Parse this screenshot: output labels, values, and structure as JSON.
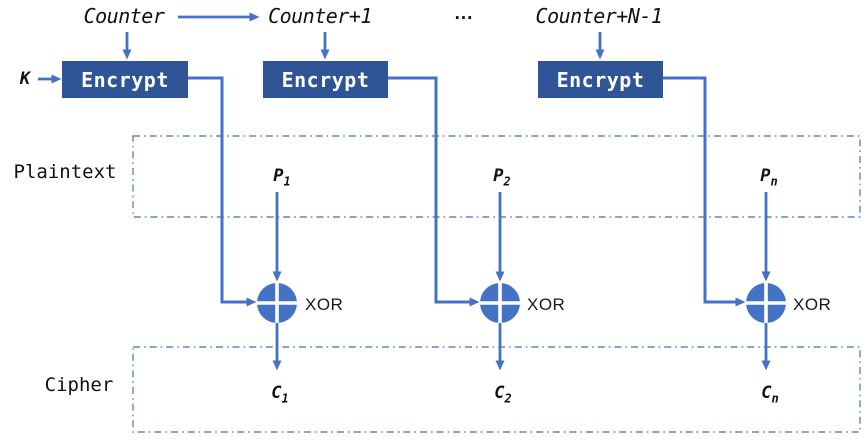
{
  "diagram": {
    "type": "block-cipher-counter-mode-encryption",
    "key_label": "K",
    "ellipsis": "...",
    "encrypt_label": "Encrypt",
    "xor_label": "XOR",
    "plaintext_row_label": "Plaintext",
    "cipher_row_label": "Cipher",
    "columns": [
      {
        "counter_label": "Counter",
        "plaintext_base": "P",
        "plaintext_sub": "1",
        "cipher_base": "C",
        "cipher_sub": "1"
      },
      {
        "counter_label": "Counter+1",
        "plaintext_base": "P",
        "plaintext_sub": "2",
        "cipher_base": "C",
        "cipher_sub": "2"
      },
      {
        "counter_label": "Counter+N-1",
        "plaintext_base": "P",
        "plaintext_sub": "n",
        "cipher_base": "C",
        "cipher_sub": "n"
      }
    ],
    "colors": {
      "encrypt_box": "#2F5597",
      "arrow": "#4472C4",
      "dashed_border": "#5E86C4",
      "text": "#111111"
    }
  }
}
